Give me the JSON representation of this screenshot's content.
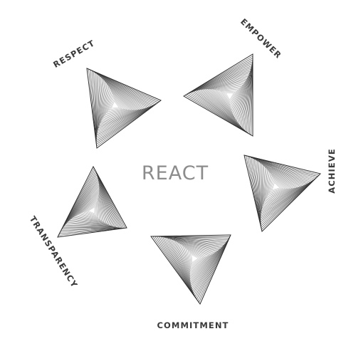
{
  "diagram": {
    "center_title": "REACT",
    "values": [
      {
        "id": "respect",
        "label": "RESPECT"
      },
      {
        "id": "empower",
        "label": "EMPOWER"
      },
      {
        "id": "achieve",
        "label": "ACHIEVE"
      },
      {
        "id": "commitment",
        "label": "COMMITMENT"
      },
      {
        "id": "transparency",
        "label": "TRANSPARENCY"
      }
    ],
    "colors": {
      "background": "#ffffff",
      "label": "#3a3a3a",
      "center_title": "#8c8c8c",
      "triangle_line_dark": "#1f1f1f",
      "triangle_line_light": "#d0d0d0"
    }
  }
}
